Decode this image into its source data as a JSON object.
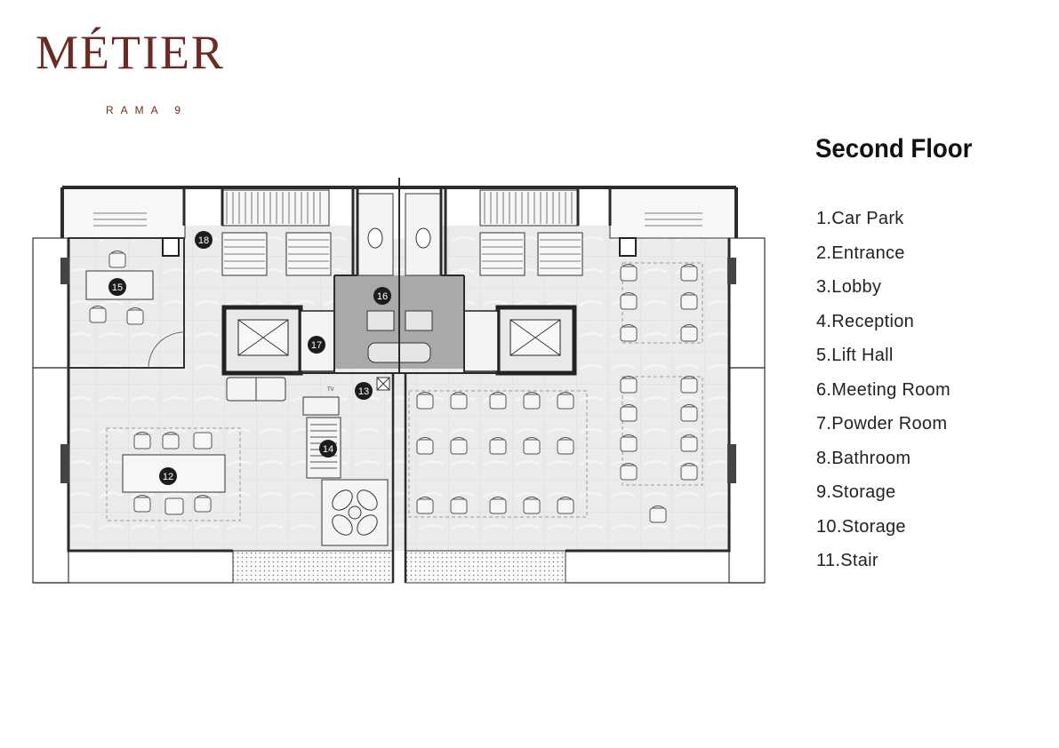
{
  "brand": {
    "name": "MÉTIER",
    "subtitle": "RAMA 9"
  },
  "floor_title": "Second Floor",
  "legend": [
    "1.Car Park",
    "2.Entrance",
    "3.Lobby",
    "4.Reception",
    "5.Lift Hall",
    "6.Meeting Room",
    "7.Powder Room",
    "8.Bathroom",
    "9.Storage",
    "10.Storage",
    "11.Stair"
  ],
  "plan_markers": [
    "12",
    "13",
    "14",
    "15",
    "16",
    "17",
    "18"
  ],
  "plan_labels": {
    "tv": "TV"
  },
  "colors": {
    "brand": "#6e2a22",
    "floor": "#e9e9e9",
    "wet_area": "#a9a9a9",
    "wall": "#2b2b2b"
  }
}
